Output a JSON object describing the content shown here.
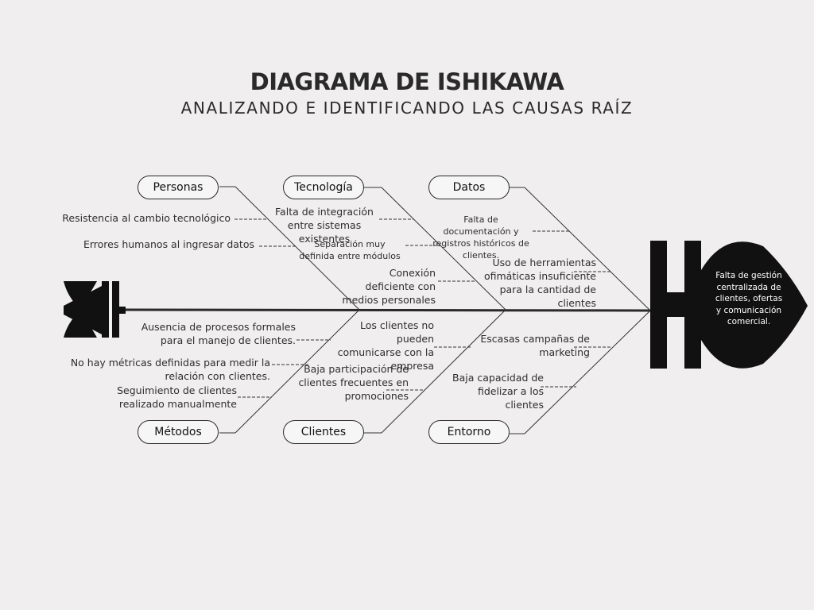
{
  "title": "DIAGRAMA DE ISHIKAWA",
  "subtitle": "ANALIZANDO E IDENTIFICANDO LAS CAUSAS RAÍZ",
  "effect": "Falta de gestión centralizada de clientes, ofertas y comunicación comercial.",
  "categories": {
    "personas": "Personas",
    "tecnologia": "Tecnología",
    "datos": "Datos",
    "metodos": "Métodos",
    "clientes": "Clientes",
    "entorno": "Entorno"
  },
  "causes": {
    "personas": [
      "Resistencia al cambio tecnológico",
      "Errores humanos al ingresar datos"
    ],
    "tecnologia": [
      "Falta de integración entre sistemas existentes",
      "Separación muy definida entre módulos",
      "Conexión deficiente con medios personales"
    ],
    "datos": [
      "Falta de documentación y registros históricos de clientes.",
      "Uso de herramientas ofimáticas insuficiente para la cantidad de clientes"
    ],
    "metodos": [
      "Ausencia de procesos formales para el manejo de clientes.",
      "No hay métricas definidas para medir la relación con clientes.",
      "Seguimiento de clientes realizado manualmente"
    ],
    "clientes": [
      "Los clientes no pueden comunicarse con la empresa",
      "Baja participación de clientes frecuentes en promociones"
    ],
    "entorno": [
      "Escasas campañas de marketing",
      "Baja capacidad de fidelizar a los clientes"
    ]
  }
}
